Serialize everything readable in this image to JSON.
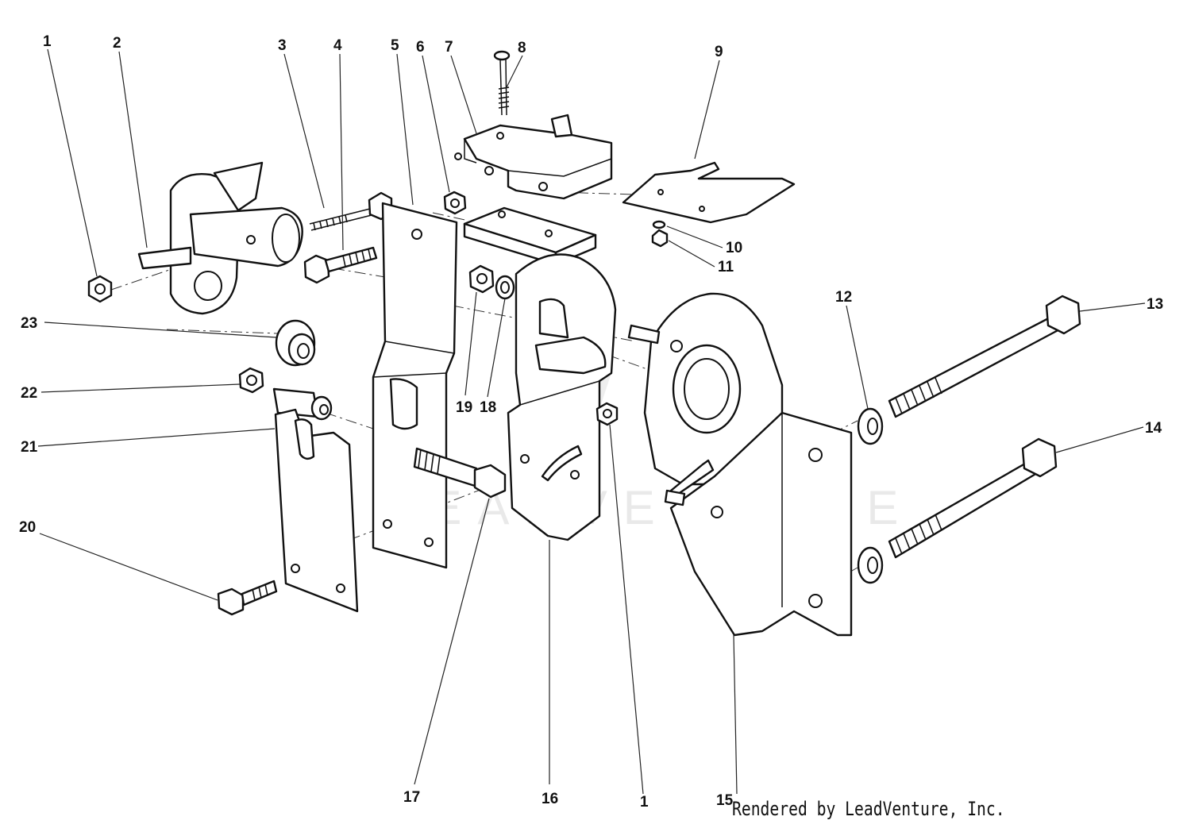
{
  "watermark": "LEADVENTURE",
  "credit": "Rendered by LeadVenture, Inc.",
  "callouts": [
    {
      "id": "1",
      "text": "1"
    },
    {
      "id": "2",
      "text": "2"
    },
    {
      "id": "3",
      "text": "3"
    },
    {
      "id": "4",
      "text": "4"
    },
    {
      "id": "5",
      "text": "5"
    },
    {
      "id": "6",
      "text": "6"
    },
    {
      "id": "7",
      "text": "7"
    },
    {
      "id": "8",
      "text": "8"
    },
    {
      "id": "9",
      "text": "9"
    },
    {
      "id": "10",
      "text": "10"
    },
    {
      "id": "11",
      "text": "11"
    },
    {
      "id": "12",
      "text": "12"
    },
    {
      "id": "13",
      "text": "13"
    },
    {
      "id": "14",
      "text": "14"
    },
    {
      "id": "15",
      "text": "15"
    },
    {
      "id": "16",
      "text": "16"
    },
    {
      "id": "17",
      "text": "17"
    },
    {
      "id": "18",
      "text": "18"
    },
    {
      "id": "19",
      "text": "19"
    },
    {
      "id": "20",
      "text": "20"
    },
    {
      "id": "21",
      "text": "21"
    },
    {
      "id": "22",
      "text": "22"
    },
    {
      "id": "23",
      "text": "23"
    },
    {
      "id": "1b",
      "text": "1"
    }
  ]
}
